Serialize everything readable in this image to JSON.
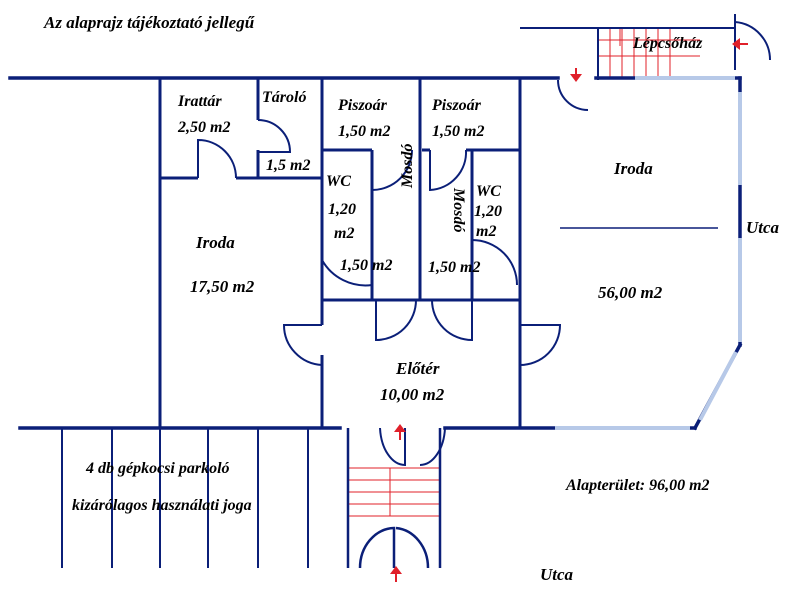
{
  "notice": "Az alaprajz tájékoztató jellegű",
  "stair_label": "Lépcsőház",
  "street_right": "Utca",
  "street_bottom": "Utca",
  "total_area": "Alapterület: 96,00 m2",
  "parking_line1": "4 db gépkocsi parkoló",
  "parking_line2": "kizárólagos használati joga",
  "rooms": {
    "archive": {
      "name": "Irattár",
      "area": "2,50 m2"
    },
    "storage": {
      "name": "Tároló",
      "area": "1,5 m2"
    },
    "urinal_left": {
      "name": "Piszoár",
      "area": "1,50 m2"
    },
    "urinal_right": {
      "name": "Piszoár",
      "area": "1,50 m2"
    },
    "wc_left": {
      "name": "WC",
      "area_num": "1,20",
      "area_unit": "m2"
    },
    "wc_right": {
      "name": "WC",
      "area_num": "1,20",
      "area_unit": "m2"
    },
    "wash_left": {
      "name": "Mosdó",
      "area": "1,50 m2"
    },
    "wash_right": {
      "name": "Mosdó",
      "area": "1,50 m2"
    },
    "office_left": {
      "name": "Iroda",
      "area": "17,50 m2"
    },
    "office_right": {
      "name": "Iroda",
      "area": "56,00 m2"
    },
    "lobby": {
      "name": "Előtér",
      "area": "10,00 m2"
    }
  },
  "colors": {
    "wall": "#0b1f78",
    "window": "#b7c9e8",
    "stair": "#e0202a",
    "arrow": "#e0202a"
  }
}
